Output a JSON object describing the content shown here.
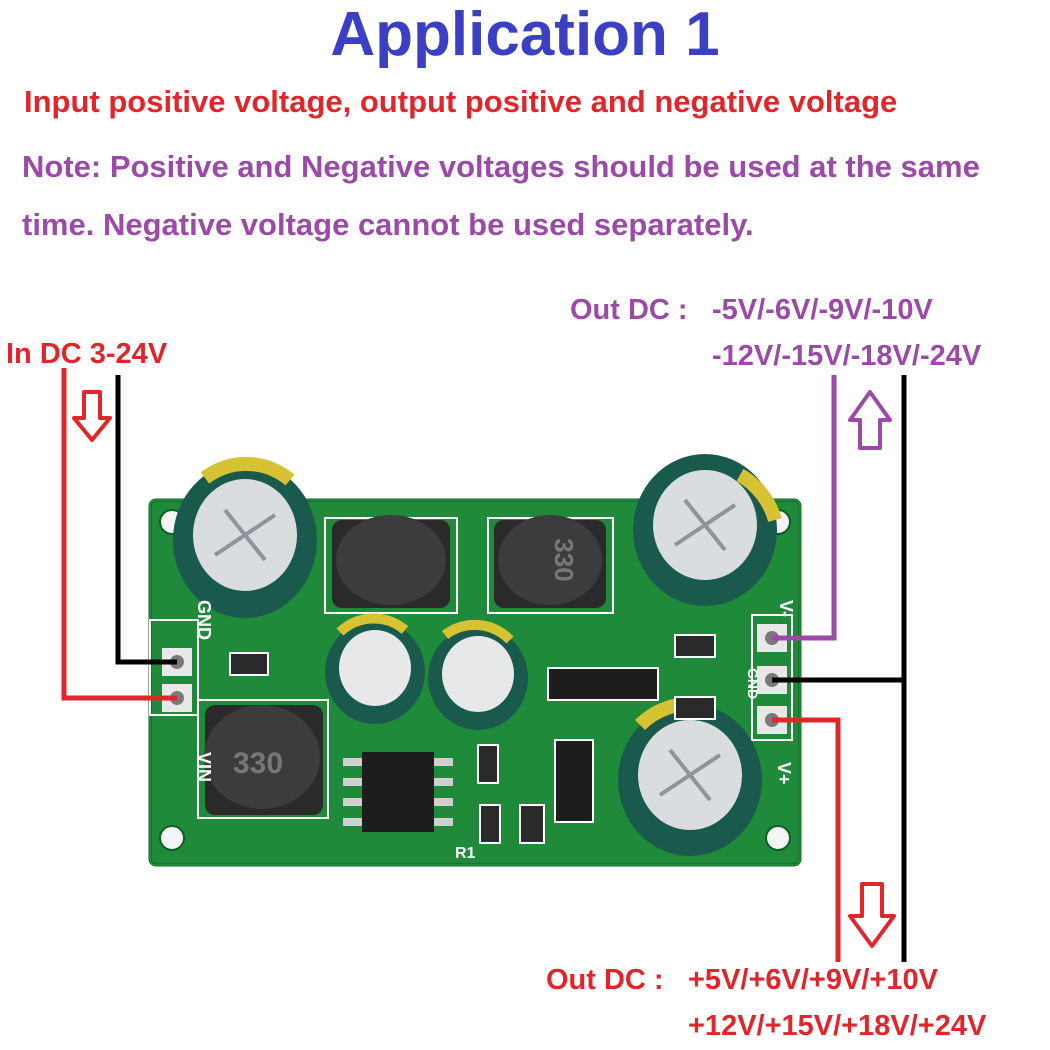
{
  "header": {
    "title": "Application 1",
    "subtitle": "Input positive voltage, output positive and negative voltage",
    "note": "Note: Positive and Negative voltages should be used at the same time. Negative voltage cannot be used separately."
  },
  "input": {
    "label": "In DC 3-24V"
  },
  "negative_output": {
    "prefix": "Out DC :",
    "line1": "-5V/-6V/-9V/-10V",
    "line2": "-12V/-15V/-18V/-24V"
  },
  "positive_output": {
    "prefix": "Out DC :",
    "line1": "+5V/+6V/+9V/+10V",
    "line2": "+12V/+15V/+18V/+24V"
  },
  "board": {
    "pin_labels_left": [
      "GND",
      "VIN"
    ],
    "pin_labels_right": [
      "V-",
      "GND",
      "V+"
    ],
    "inductor_marking": "330",
    "resistor_label": "R1"
  },
  "colors": {
    "title": "#3b3fc4",
    "positive": "#e0252b",
    "negative": "#9b4aa7",
    "ground_wire": "#000000",
    "pcb": "#1f8a3a"
  }
}
